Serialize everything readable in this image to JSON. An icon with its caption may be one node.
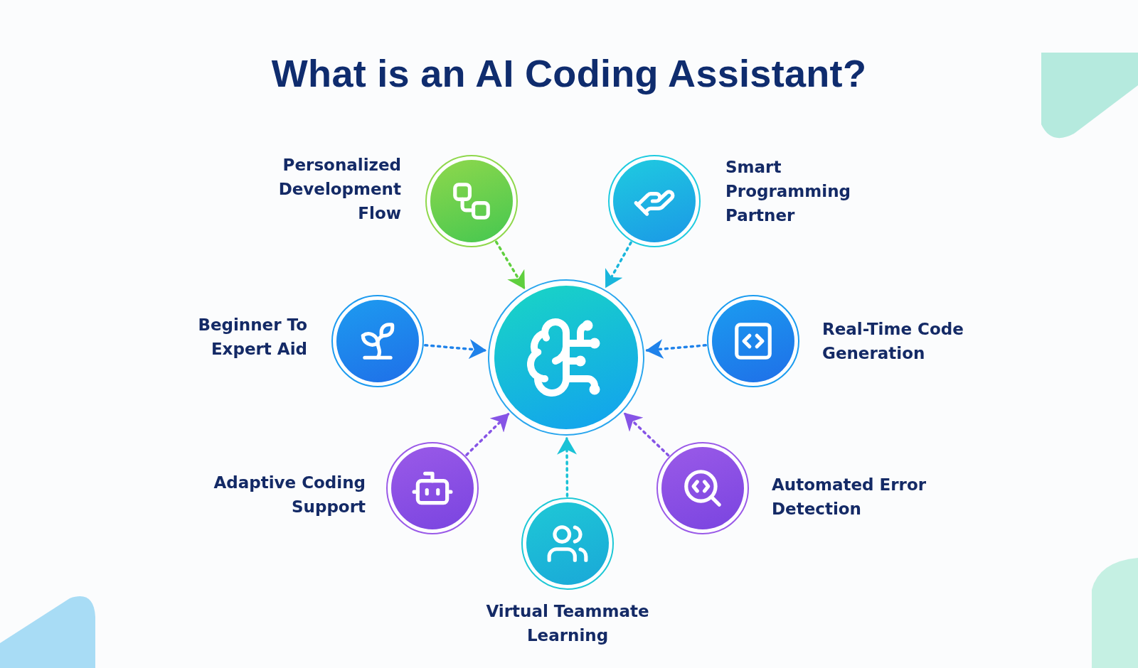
{
  "diagram": {
    "title": "What is an AI Coding Assistant?",
    "nodes": [
      {
        "text": [],
        "shape": "circle",
        "beside": [
          "Personalized Development Flow"
        ]
      },
      {
        "text": [],
        "shape": "circle",
        "beside": [
          "Smart Programming Partner"
        ]
      },
      {
        "text": [],
        "shape": "circle",
        "beside": [
          "Beginner To Expert Aid"
        ]
      },
      {
        "text": [],
        "shape": "circle"
      },
      {
        "text": [],
        "shape": "circle",
        "beside": [
          "Real-Time Code Generation"
        ]
      },
      {
        "text": [],
        "shape": "circle",
        "beside": [
          "Adaptive Coding Support"
        ]
      },
      {
        "text": [],
        "shape": "circle",
        "beside": [
          "Virtual Teammate Learning"
        ]
      },
      {
        "text": [],
        "shape": "circle",
        "beside": [
          "Automated Error Detection"
        ]
      }
    ],
    "edges": [
      {
        "from": 0,
        "to": 3,
        "arrow": "to",
        "style": "dashed",
        "color": "#5fcf3e"
      },
      {
        "from": 1,
        "to": 3,
        "arrow": "to",
        "style": "dashed",
        "color": "#19b6dc"
      },
      {
        "from": 2,
        "to": 3,
        "arrow": "to",
        "style": "dashed",
        "color": "#1f82ea"
      },
      {
        "from": 4,
        "to": 3,
        "arrow": "to",
        "style": "dashed",
        "color": "#1f82ea"
      },
      {
        "from": 5,
        "to": 3,
        "arrow": "to",
        "style": "dashed",
        "color": "#8654e6"
      },
      {
        "from": 6,
        "to": 3,
        "arrow": "to",
        "style": "dashed",
        "color": "#19c2d6"
      },
      {
        "from": 7,
        "to": 3,
        "arrow": "to",
        "style": "dashed",
        "color": "#8654e6"
      }
    ]
  }
}
